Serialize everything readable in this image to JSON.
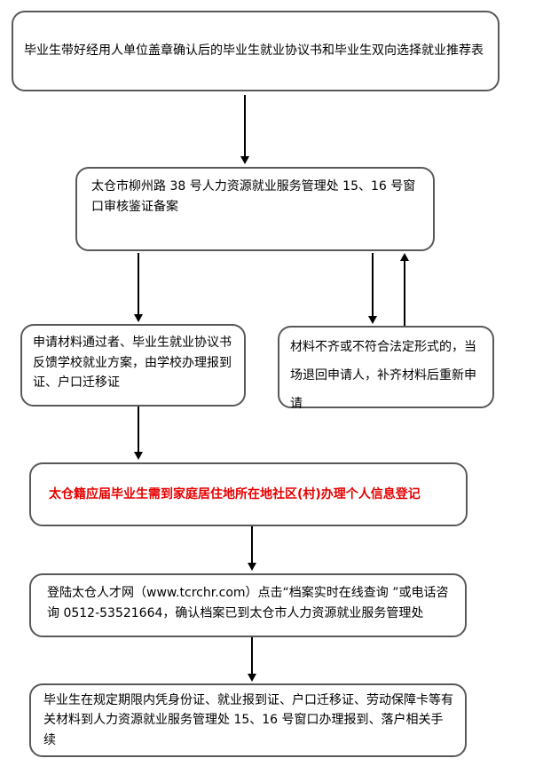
{
  "flowchart": {
    "nodes": [
      {
        "id": "submit-materials",
        "text": "毕业生带好经用人单位盖章确认后的毕业生就业协议书和毕业生双向选择就业推荐表"
      },
      {
        "id": "window-review",
        "text": "太仓市柳州路 38 号人力资源就业服务管理处 15、16 号窗口审核鉴证备案"
      },
      {
        "id": "approved-feedback",
        "text": "申请材料通过者、毕业生就业协议书反馈学校就业方案，由学校办理报到证、户口迁移证"
      },
      {
        "id": "rejected-resubmit",
        "text": "材料不齐或不符合法定形式的，当场退回申请人，补齐材料后重新申请"
      },
      {
        "id": "community-registration",
        "text": "太仓籍应届毕业生需到家庭居住地所在地社区(村)办理个人信息登记",
        "emphasis": true
      },
      {
        "id": "archive-confirm",
        "text": "登陆太仓人才网（www.tcrchr.com）点击“档案实时在线查询 ”或电话咨询 0512-53521664，确认档案已到太仓市人力资源就业服务管理处"
      },
      {
        "id": "final-settlement",
        "text": "毕业生在规定期限内凭身份证、就业报到证、户口迁移证、劳动保障卡等有关材料到人力资源就业服务管理处 15、16 号窗口办理报到、落户相关手续"
      }
    ],
    "colors": {
      "border": "#595959",
      "arrow": "#000000",
      "emphasis_text": "#e60000"
    }
  }
}
